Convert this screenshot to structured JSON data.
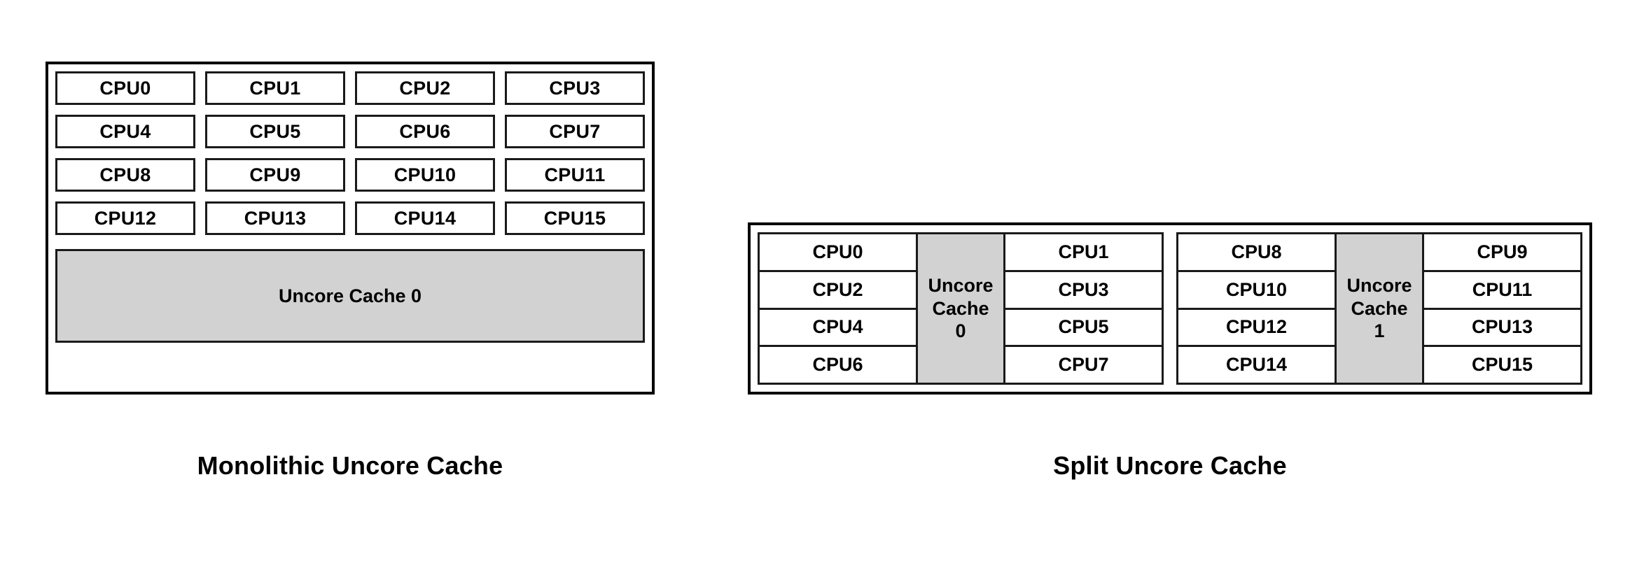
{
  "figures": [
    {
      "id": "monolithic",
      "caption": "Monolithic Uncore Cache",
      "layout": "grid-4x4-with-single-cache",
      "cpu_rows": [
        [
          "CPU0",
          "CPU1",
          "CPU2",
          "CPU3"
        ],
        [
          "CPU4",
          "CPU5",
          "CPU6",
          "CPU7"
        ],
        [
          "CPU8",
          "CPU9",
          "CPU10",
          "CPU11"
        ],
        [
          "CPU12",
          "CPU13",
          "CPU14",
          "CPU15"
        ]
      ],
      "cache_label": "Uncore Cache 0"
    },
    {
      "id": "split",
      "caption": "Split Uncore Cache",
      "layout": "two-groups-each-with-center-cache",
      "groups": [
        {
          "left_column": [
            "CPU0",
            "CPU2",
            "CPU4",
            "CPU6"
          ],
          "cache_lines": [
            "Uncore",
            "Cache",
            "0"
          ],
          "right_column": [
            "CPU1",
            "CPU3",
            "CPU5",
            "CPU7"
          ]
        },
        {
          "left_column": [
            "CPU8",
            "CPU10",
            "CPU12",
            "CPU14"
          ],
          "cache_lines": [
            "Uncore",
            "Cache",
            "1"
          ],
          "right_column": [
            "CPU9",
            "CPU11",
            "CPU13",
            "CPU15"
          ]
        }
      ]
    }
  ],
  "colors": {
    "background": "#ffffff",
    "outline": "#000000",
    "cell_border": "#1a1a1a",
    "cache_fill": "#d2d2d2",
    "text": "#000000"
  }
}
